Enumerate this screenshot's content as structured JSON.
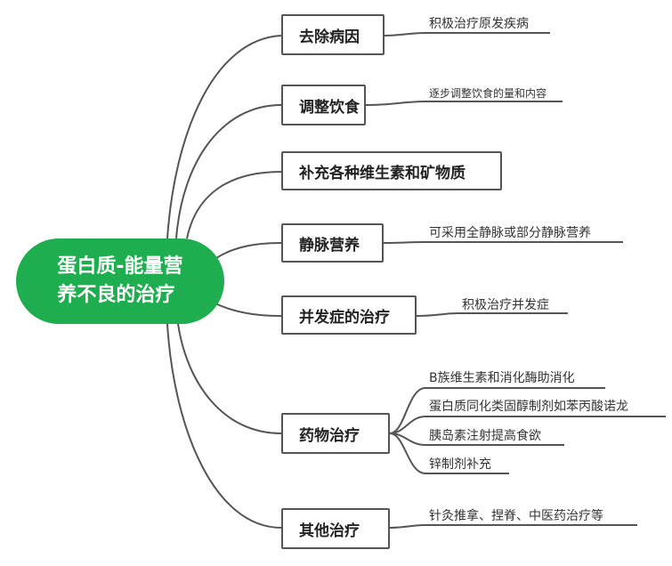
{
  "root": {
    "line1": "蛋白质-能量营",
    "line2": "养不良的治疗"
  },
  "branches": [
    {
      "label": "去除病因",
      "leaves": [
        "积极治疗原发疾病"
      ]
    },
    {
      "label": "调整饮食",
      "leaves": [
        "逐步调整饮食的量和内容"
      ]
    },
    {
      "label": "补充各种维生素和矿物质",
      "leaves": []
    },
    {
      "label": "静脉营养",
      "leaves": [
        "可采用全静脉或部分静脉营养"
      ]
    },
    {
      "label": "并发症的治疗",
      "leaves": [
        "积极治疗并发症"
      ]
    },
    {
      "label": "药物治疗",
      "leaves": [
        "B族维生素和消化酶助消化",
        "蛋白质同化类固醇制剂如苯丙酸诺龙",
        "胰岛素注射提高食欲",
        "锌制剂补充"
      ]
    },
    {
      "label": "其他治疗",
      "leaves": [
        "针灸推拿、捏脊、中医药治疗等"
      ]
    }
  ],
  "colors": {
    "root_fill": "#1fae4f",
    "line": "#555555"
  }
}
